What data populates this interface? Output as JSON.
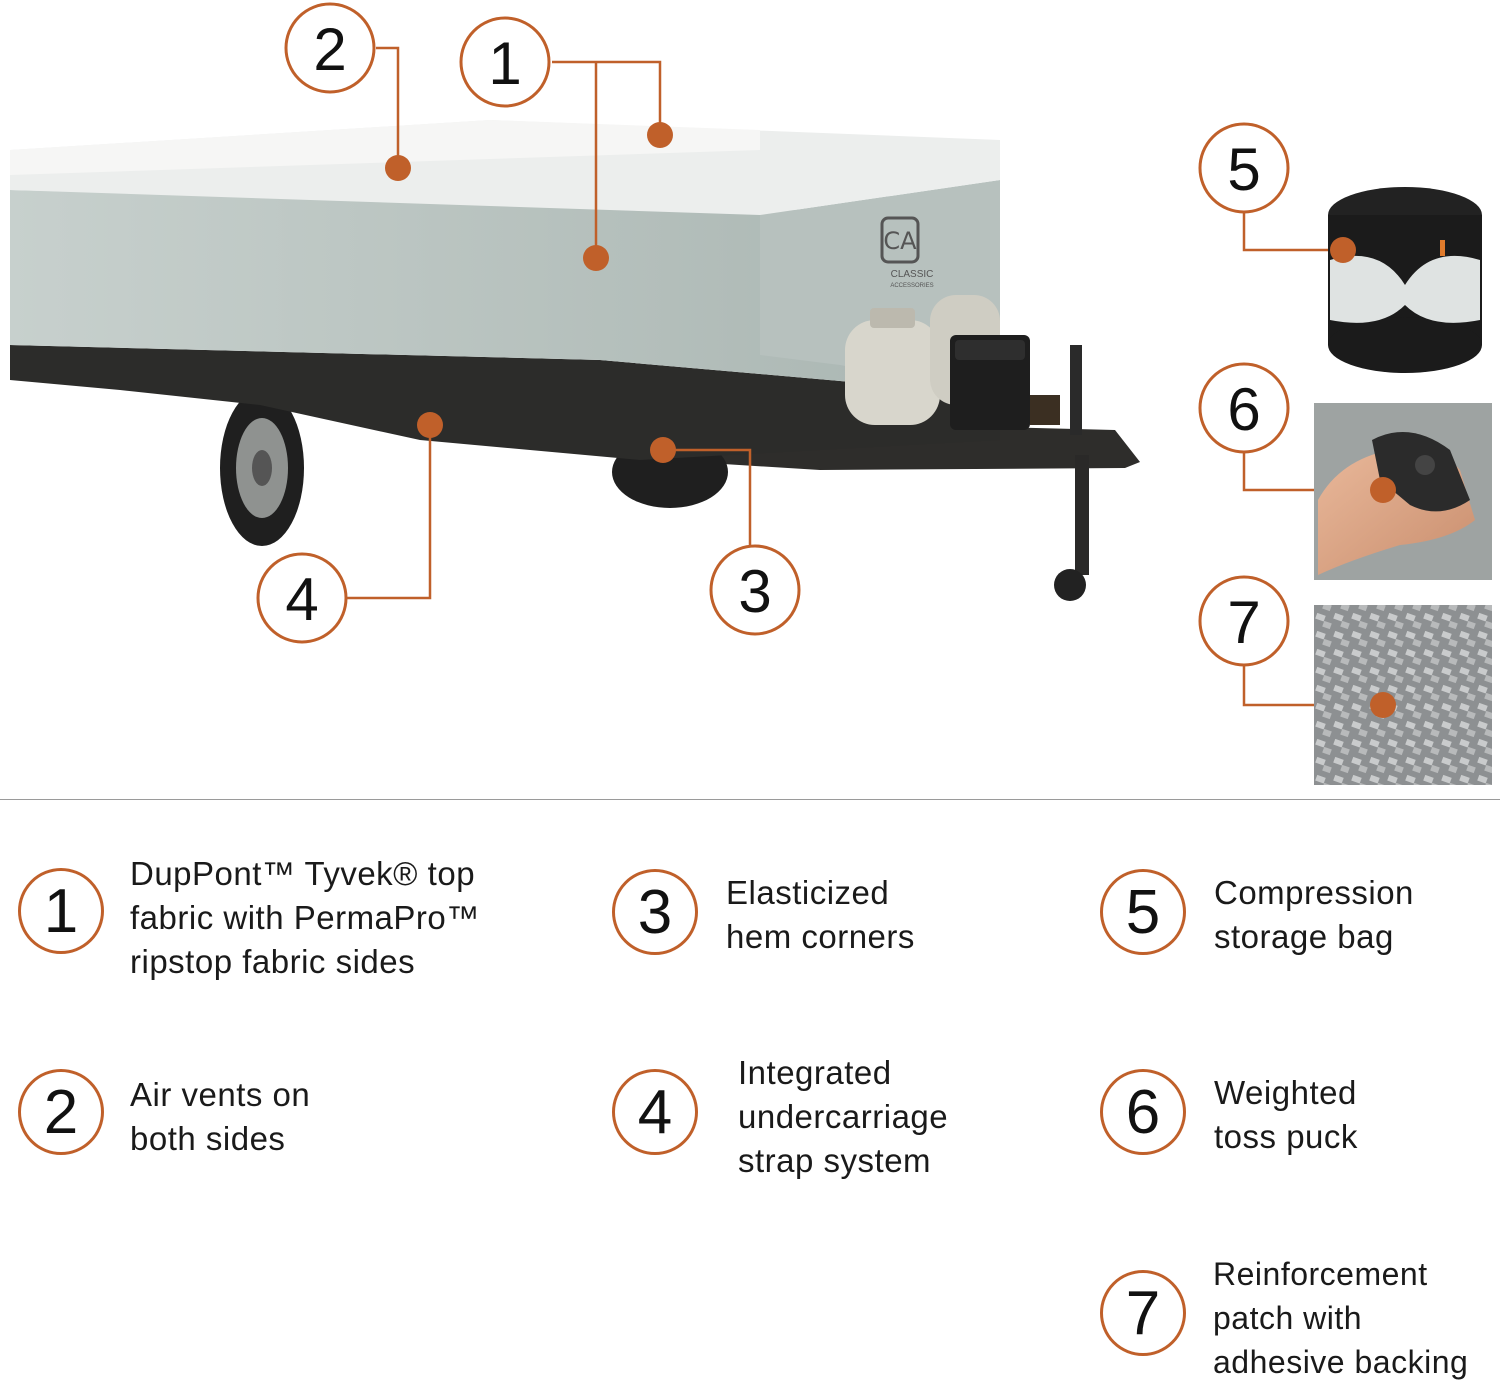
{
  "accent_color": "#c0602a",
  "callouts": [
    "1",
    "2",
    "3",
    "4",
    "5",
    "6",
    "7"
  ],
  "brand": {
    "logo_line1": "CLASSIC",
    "logo_line2": "ACCESSORIES"
  },
  "features": [
    {
      "number": "1",
      "lines": [
        "DupPont™ Tyvek® top",
        "fabric with PermaPro™",
        "ripstop fabric sides"
      ]
    },
    {
      "number": "2",
      "lines": [
        "Air vents on",
        "both sides"
      ]
    },
    {
      "number": "3",
      "lines": [
        "Elasticized",
        "hem corners"
      ]
    },
    {
      "number": "4",
      "lines": [
        "Integrated",
        "undercarriage",
        "strap system"
      ]
    },
    {
      "number": "5",
      "lines": [
        "Compression",
        "storage bag"
      ]
    },
    {
      "number": "6",
      "lines": [
        "Weighted",
        "toss puck"
      ]
    },
    {
      "number": "7",
      "lines": [
        "Reinforcement",
        "patch with",
        "adhesive backing"
      ]
    }
  ]
}
